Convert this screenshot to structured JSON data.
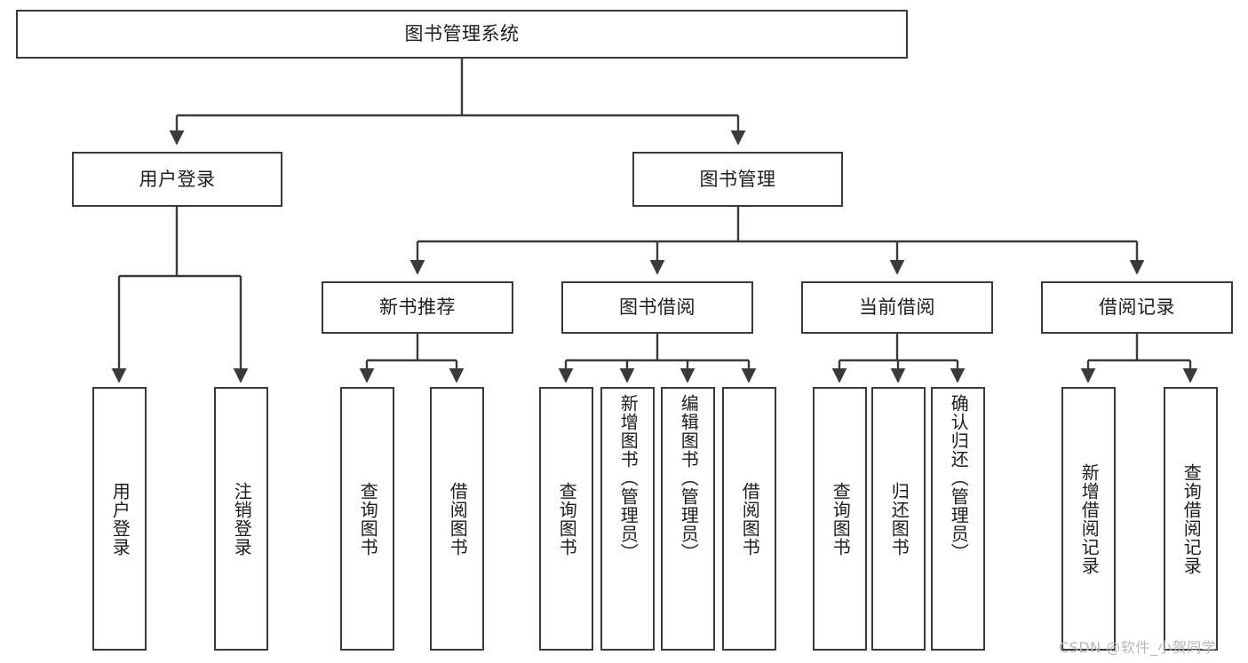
{
  "diagram": {
    "type": "tree-hierarchy-chart",
    "title": "图书管理系统",
    "watermark": "CSDN @软件_小贺同学",
    "colors": {
      "stroke": "#3a3a3a",
      "fill": "#ffffff",
      "text": "#1d1d1d",
      "watermark": "#b8b8b8"
    },
    "levels": {
      "root": {
        "label": "图书管理系统"
      },
      "level2": [
        {
          "label": "用户登录"
        },
        {
          "label": "图书管理"
        }
      ],
      "level3": [
        {
          "label": "新书推荐"
        },
        {
          "label": "图书借阅"
        },
        {
          "label": "当前借阅"
        },
        {
          "label": "借阅记录"
        }
      ],
      "leaves": {
        "user_login": [
          {
            "label": "用户登录"
          },
          {
            "label": "注销登录"
          }
        ],
        "new_book_recommend": [
          {
            "label": "查询图书"
          },
          {
            "label": "借阅图书"
          }
        ],
        "book_borrow": [
          {
            "label": "查询图书"
          },
          {
            "label": "新增图书（管理员）"
          },
          {
            "label": "编辑图书（管理员）"
          },
          {
            "label": "借阅图书"
          }
        ],
        "current_borrow": [
          {
            "label": "查询图书"
          },
          {
            "label": "归还图书"
          },
          {
            "label": "确认归还（管理员）"
          }
        ],
        "borrow_record": [
          {
            "label": "新增借阅记录"
          },
          {
            "label": "查询借阅记录"
          }
        ]
      }
    }
  }
}
